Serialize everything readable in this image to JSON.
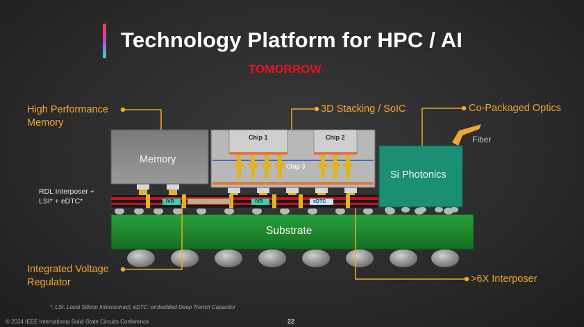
{
  "slide": {
    "title": "Technology Platform for HPC / AI",
    "subtitle": "TOMORROW",
    "page_number": "22",
    "footer": "© 2024 IEEE International Solid-State Circuits Conference",
    "footnote": "*: LSI: Local Silicon Interconnect; eDTC: embedded Deep Trench Capacitor"
  },
  "callouts": {
    "hbm_line1": "High Performance",
    "hbm_line2": "Memory",
    "stacking": "3D Stacking / SoIC",
    "cpo": "Co-Packaged Optics",
    "ivr_line1": "Integrated Voltage",
    "ivr_line2": "Regulator",
    "interposer": ">6X Interposer",
    "rdl_line1": "RDL Interposer +",
    "rdl_line2": "LSI* + eDTC*",
    "fiber": "Fiber"
  },
  "blocks": {
    "memory": "Memory",
    "chip1": "Chip 1",
    "chip2": "Chip 2",
    "chip3": "Chip 3",
    "si_photonics": "Si Photonics",
    "substrate": "Substrate",
    "ivr_tag": "IVR",
    "edtc_tag": "eDTC"
  },
  "colors": {
    "callout": "#f0a830",
    "subtitle": "#e8141b",
    "substrate": "#1f8a2e",
    "photonics": "#1a8f73",
    "memory": "#8a8a8a",
    "chip": "#c8c8c8"
  }
}
